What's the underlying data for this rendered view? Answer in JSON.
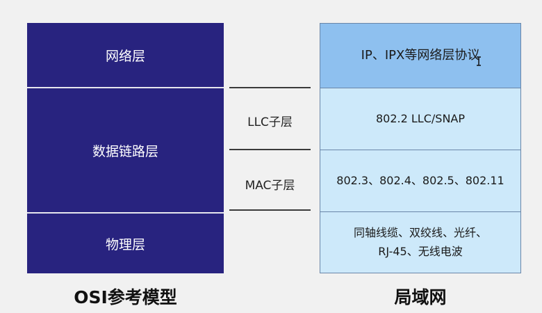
{
  "osi": {
    "layers": [
      "网络层",
      "数据链路层",
      "物理层"
    ],
    "caption": "OSI参考模型"
  },
  "sublayers": {
    "llc": "LLC子层",
    "mac": "MAC子层"
  },
  "lan": {
    "network": "IP、IPX等网络层协议",
    "llc": "802.2 LLC/SNAP",
    "mac": "802.3、802.4、802.5、802.11",
    "physical_line1": "同轴线缆、双绞线、光纤、",
    "physical_line2": "RJ-45、无线电波",
    "caption": "局域网"
  },
  "colors": {
    "osi_fill": "#28237f",
    "lan_network_fill": "#8ec0ef",
    "lan_fill": "#cde9fa"
  }
}
